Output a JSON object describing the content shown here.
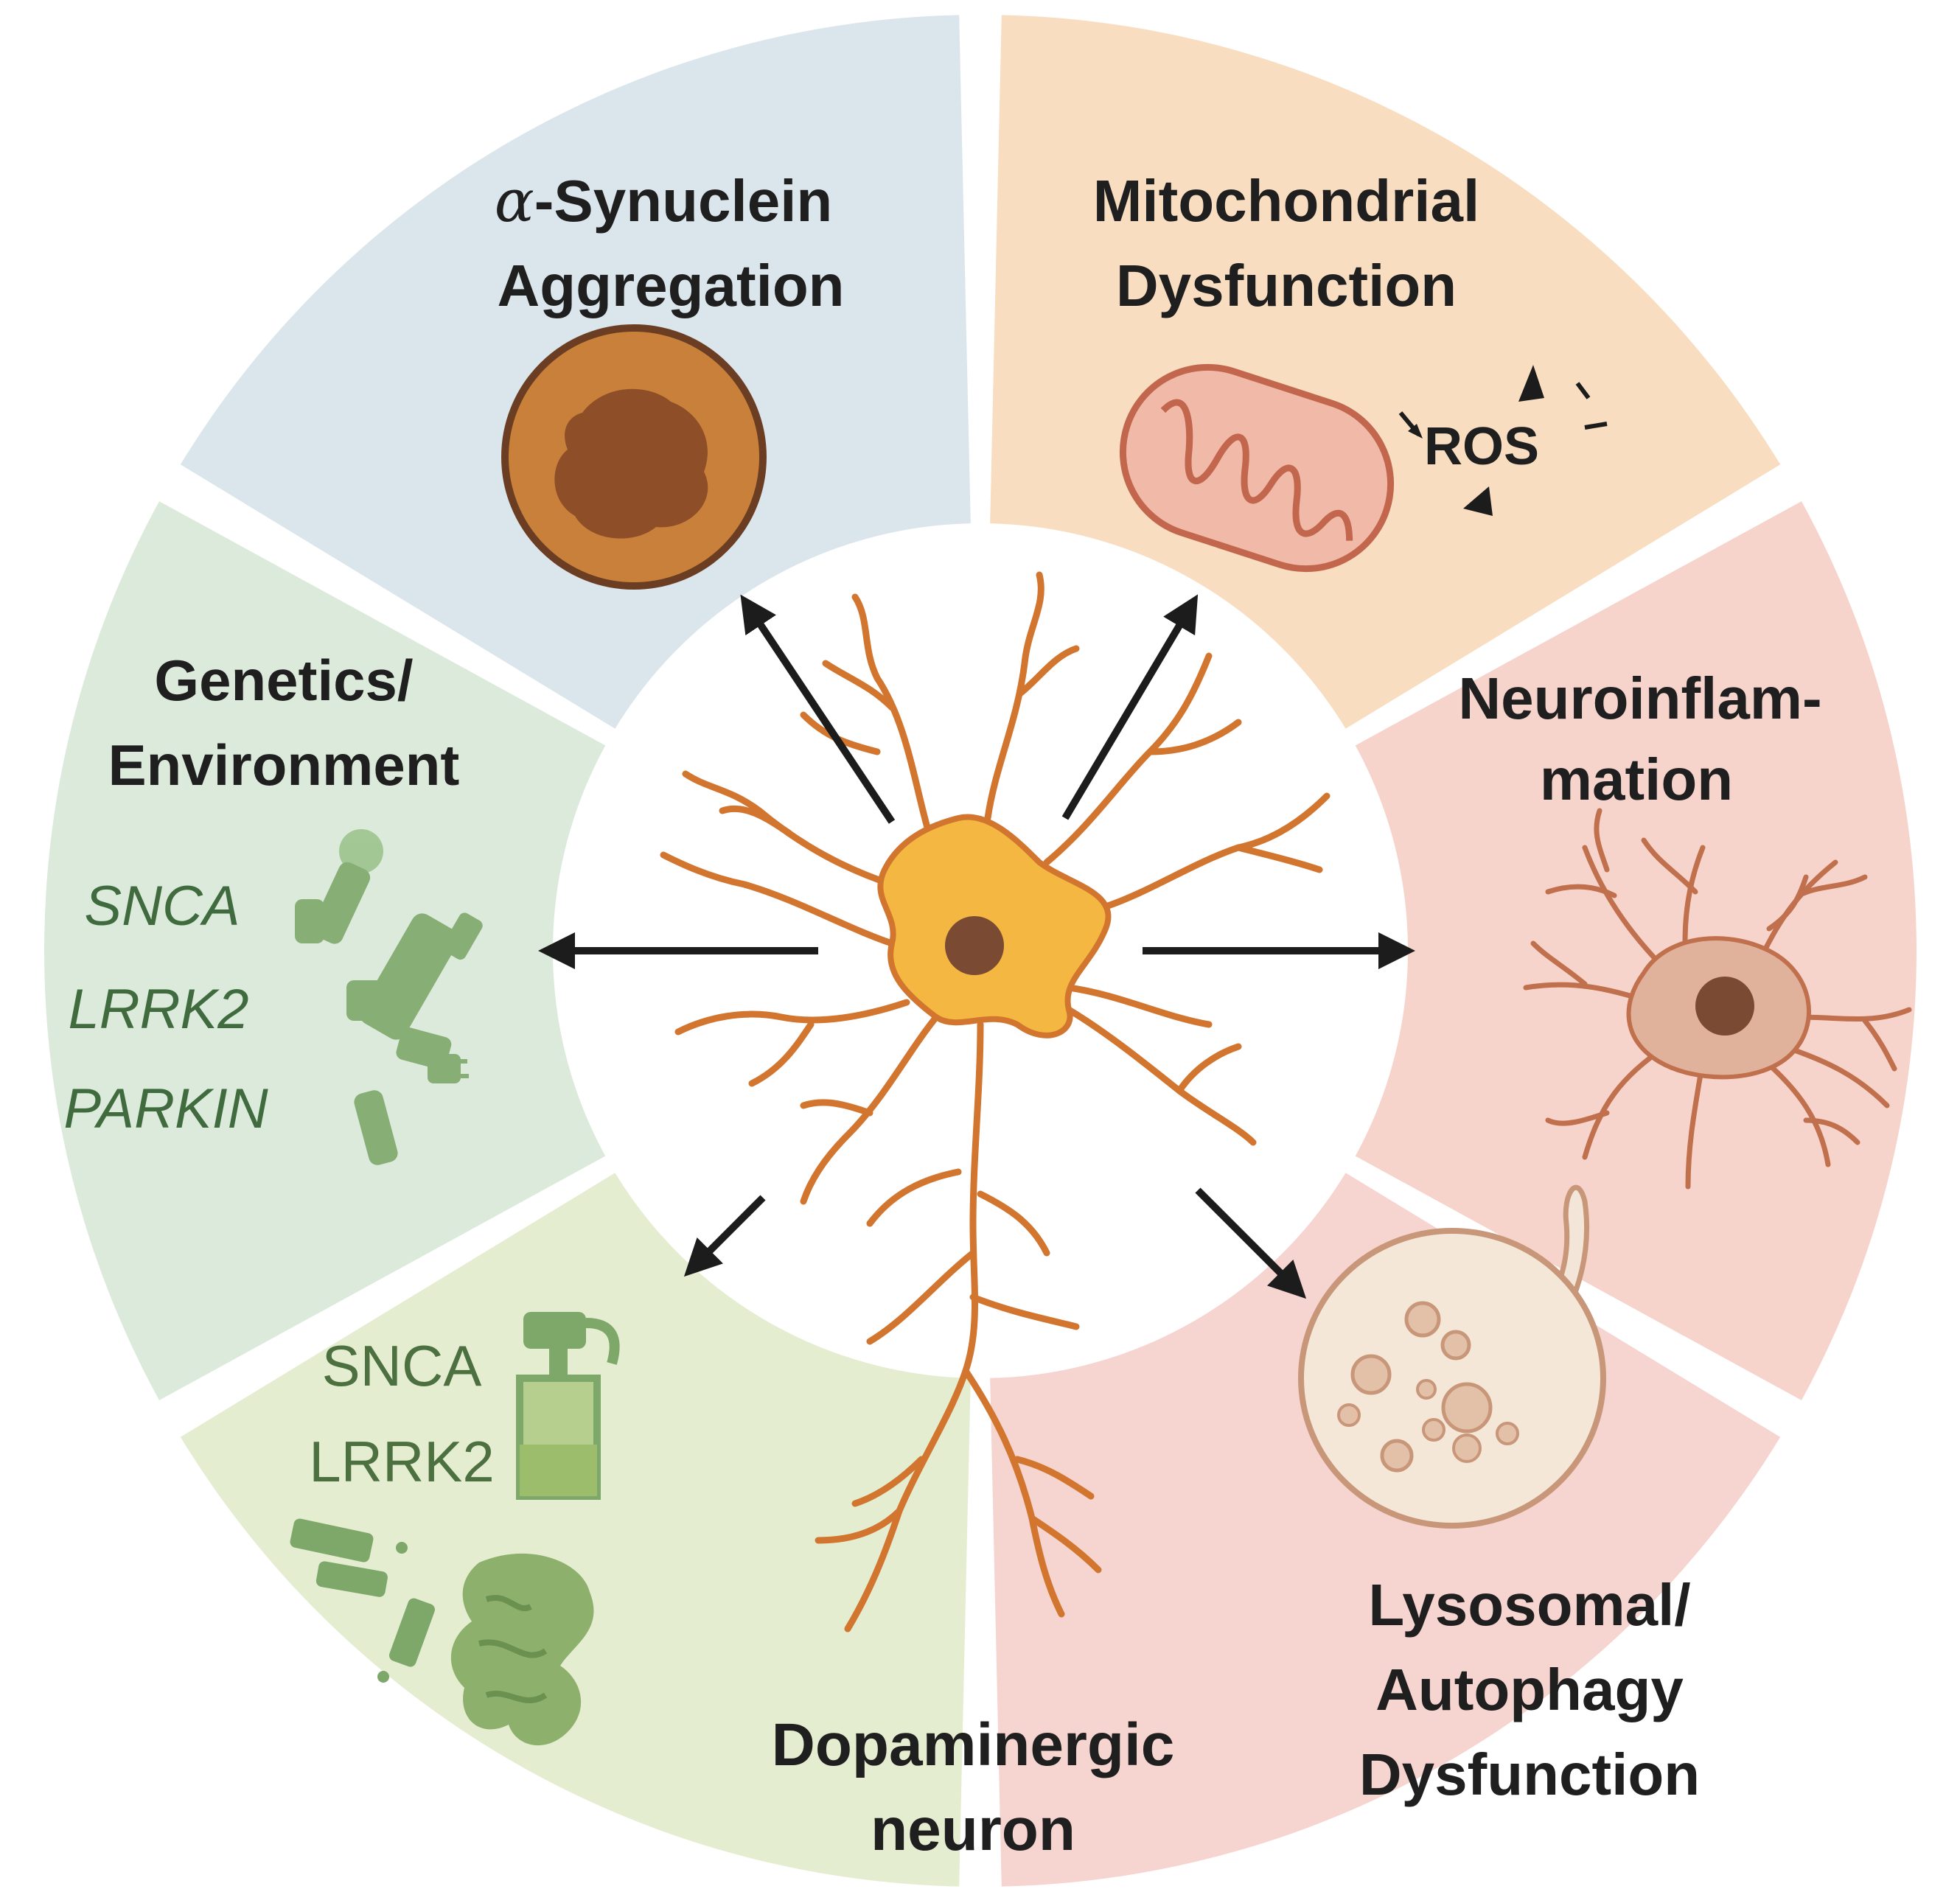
{
  "center": {
    "label_line1": "Dopaminergic",
    "label_line2": "neuron"
  },
  "segments": [
    {
      "id": "alpha-synuclein",
      "alpha": "α",
      "line1": "-Synuclein",
      "line2": "Aggregation",
      "color": "#dbe6ec"
    },
    {
      "id": "mitochondrial",
      "line1": "Mitochondrial",
      "line2": "Dysfunction",
      "color": "#f8ddc0",
      "ros": "ROS"
    },
    {
      "id": "neuroinflammation",
      "line1": "Neuroinflam-",
      "line2": "mation",
      "color": "#f6d4cc"
    },
    {
      "id": "lysosomal",
      "line1": "Lysosomal/",
      "line2": "Autophagy",
      "line3": "Dysfunction",
      "color": "#f6d4cf"
    },
    {
      "id": "genetics",
      "line1": "Genetics/",
      "line2": "Environment",
      "genes": [
        "SNCA",
        "LRRK2",
        "PARKIN"
      ],
      "color": "#dceadb"
    },
    {
      "id": "environment-gut",
      "genes": [
        "SNCA",
        "LRRK2"
      ],
      "color": "#e5edd1"
    }
  ],
  "colors": {
    "neuron_body": "#f4b742",
    "neuron_branch": "#d2752e",
    "nucleus": "#7a4a32",
    "arrow": "#1c1c1c",
    "green_icon": "#7ea86a"
  }
}
